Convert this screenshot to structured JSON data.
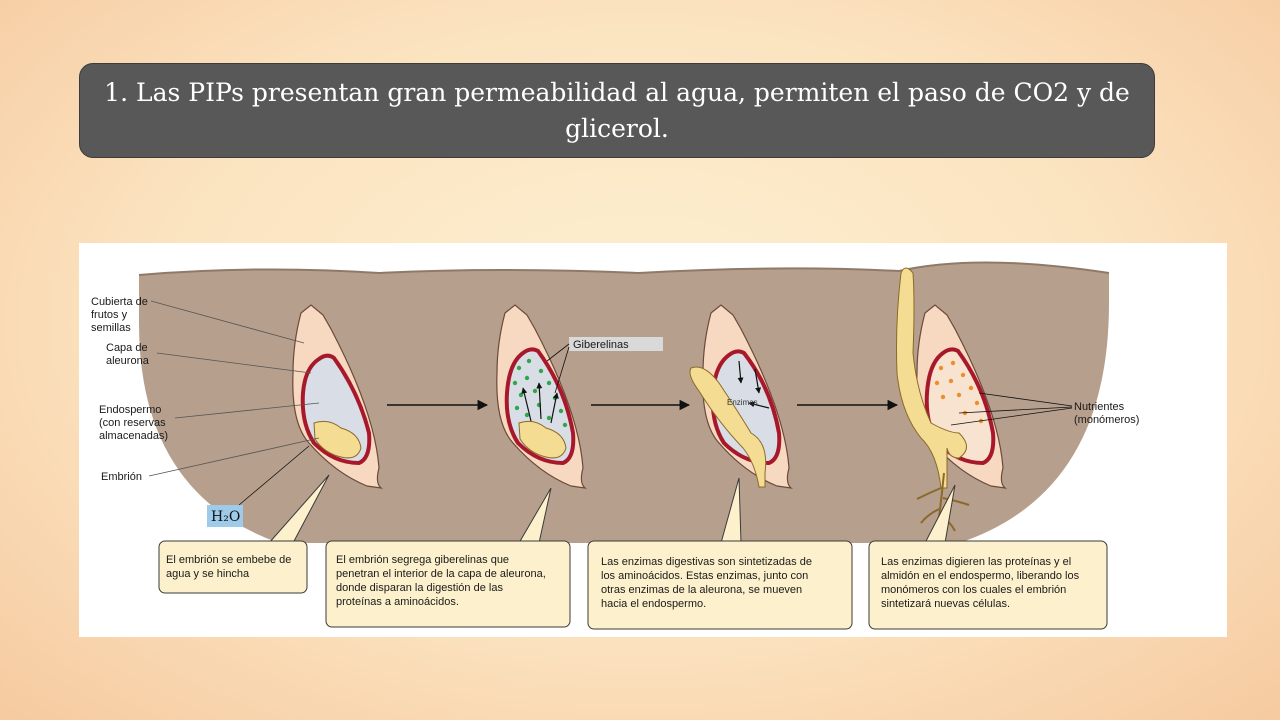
{
  "slide": {
    "title": "1. Las PIPs presentan gran permeabilidad al agua, permiten el paso de CO2 y de glicerol."
  },
  "diagram": {
    "labels": {
      "cubierta": [
        "Cubierta de",
        "frutos y",
        "semillas"
      ],
      "aleurona": [
        "Capa de",
        "aleurona"
      ],
      "endospermo": [
        "Endospermo",
        "(con reservas",
        "almacenadas)"
      ],
      "embrion": "Embrión",
      "h2o": "H₂O",
      "giberelinas": "Giberelinas",
      "enzimas": "Enzimas",
      "nutrientes": [
        "Nutrientes",
        "(monómeros)"
      ]
    },
    "captions": [
      [
        "El embrión se embebe de",
        "agua y se hincha"
      ],
      [
        "El embrión segrega giberelinas que",
        "penetran el interior de la capa de aleurona,",
        "donde disparan la digestión de las",
        "proteínas a aminoácidos."
      ],
      [
        "Las enzimas digestivas son sintetizadas de",
        "los aminoácidos. Estas enzimas, junto con",
        "otras enzimas de la aleurona, se mueven",
        "hacia el endospermo."
      ],
      [
        "Las enzimas digieren las proteínas y el",
        "almidón en el endospermo, liberando los",
        "monómeros con los cuales el embrión",
        "sintetizará nuevas células."
      ]
    ],
    "colors": {
      "soil": "#b69f8c",
      "seed_coat": "#f7d8c0",
      "aleurone": "#a8182b",
      "endosperm": "#d9dde6",
      "embryo": "#f4dc92",
      "gibberellin": "#2ea84a",
      "nutrient": "#ec8f2a",
      "caption_bg": "#fcf1cc",
      "h2o_bg": "#9fcbea"
    }
  }
}
